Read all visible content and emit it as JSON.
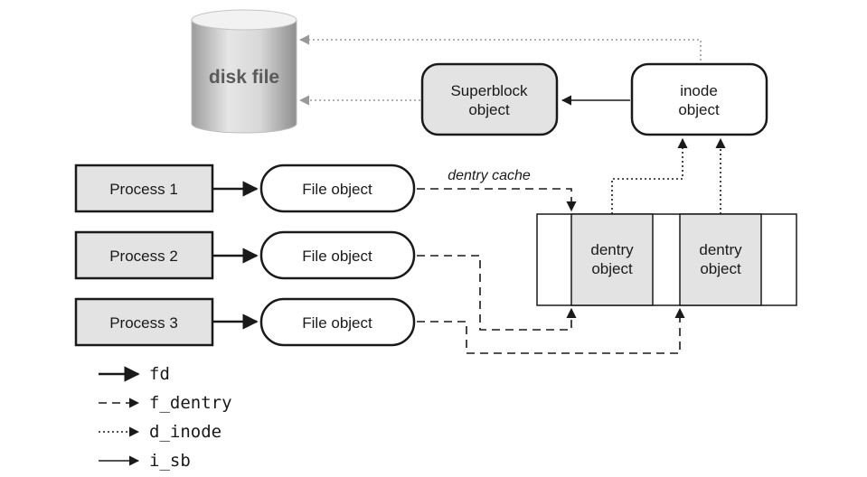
{
  "disk": {
    "label": "disk file"
  },
  "superblock": {
    "line1": "Superblock",
    "line2": "object"
  },
  "inode": {
    "line1": "inode",
    "line2": "object"
  },
  "cache_label": "dentry cache",
  "processes": [
    {
      "label": "Process 1"
    },
    {
      "label": "Process 2"
    },
    {
      "label": "Process 3"
    }
  ],
  "file_objects": [
    {
      "label": "File object"
    },
    {
      "label": "File object"
    },
    {
      "label": "File object"
    }
  ],
  "dentries": [
    {
      "line1": "dentry",
      "line2": "object"
    },
    {
      "line1": "dentry",
      "line2": "object"
    }
  ],
  "legend": [
    {
      "label": "fd",
      "style": "solid-bold"
    },
    {
      "label": "f_dentry",
      "style": "dashed"
    },
    {
      "label": "d_inode",
      "style": "dotted"
    },
    {
      "label": "i_sb",
      "style": "solid-thin"
    }
  ],
  "colors": {
    "box_fill": "#e3e3e3",
    "stroke": "#1a1a1a",
    "disk_arrow": "#999999"
  }
}
